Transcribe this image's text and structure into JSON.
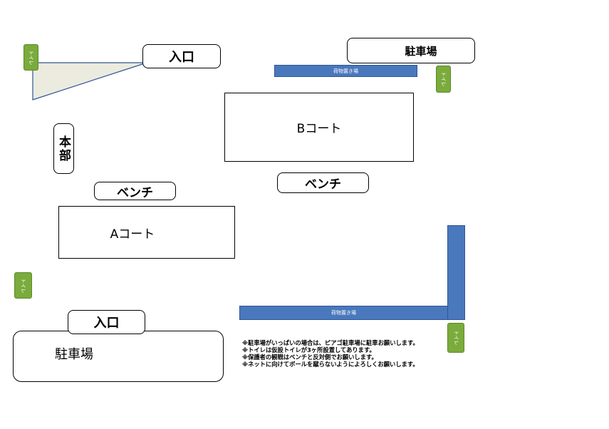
{
  "map": {
    "entrance_top": "入口",
    "entrance_bottom": "入口",
    "parking_top": "駐車場",
    "parking_bottom": "駐車場",
    "headquarters": "本部",
    "court_a": "Aコート",
    "court_b": "Bコート",
    "bench_a": "ベンチ",
    "bench_b": "ベンチ",
    "luggage_top": "荷物置き場",
    "luggage_bottom": "荷物置き場",
    "toilet": "トイレ",
    "colors": {
      "toilet": "#7aab3c",
      "luggage": "#4a78bd",
      "shaded_area": "#ecebdf"
    }
  },
  "notes": [
    "※駐車場がいっぱいの場合は、ピアゴ駐車場に駐車お願いします。",
    "※トイレは仮設トイレが3ヶ所設置してあります。",
    "※保護者の観戦はベンチと反対側でお願いします。",
    "※ネットに向けてボールを蹴らないようによろしくお願いします。"
  ]
}
